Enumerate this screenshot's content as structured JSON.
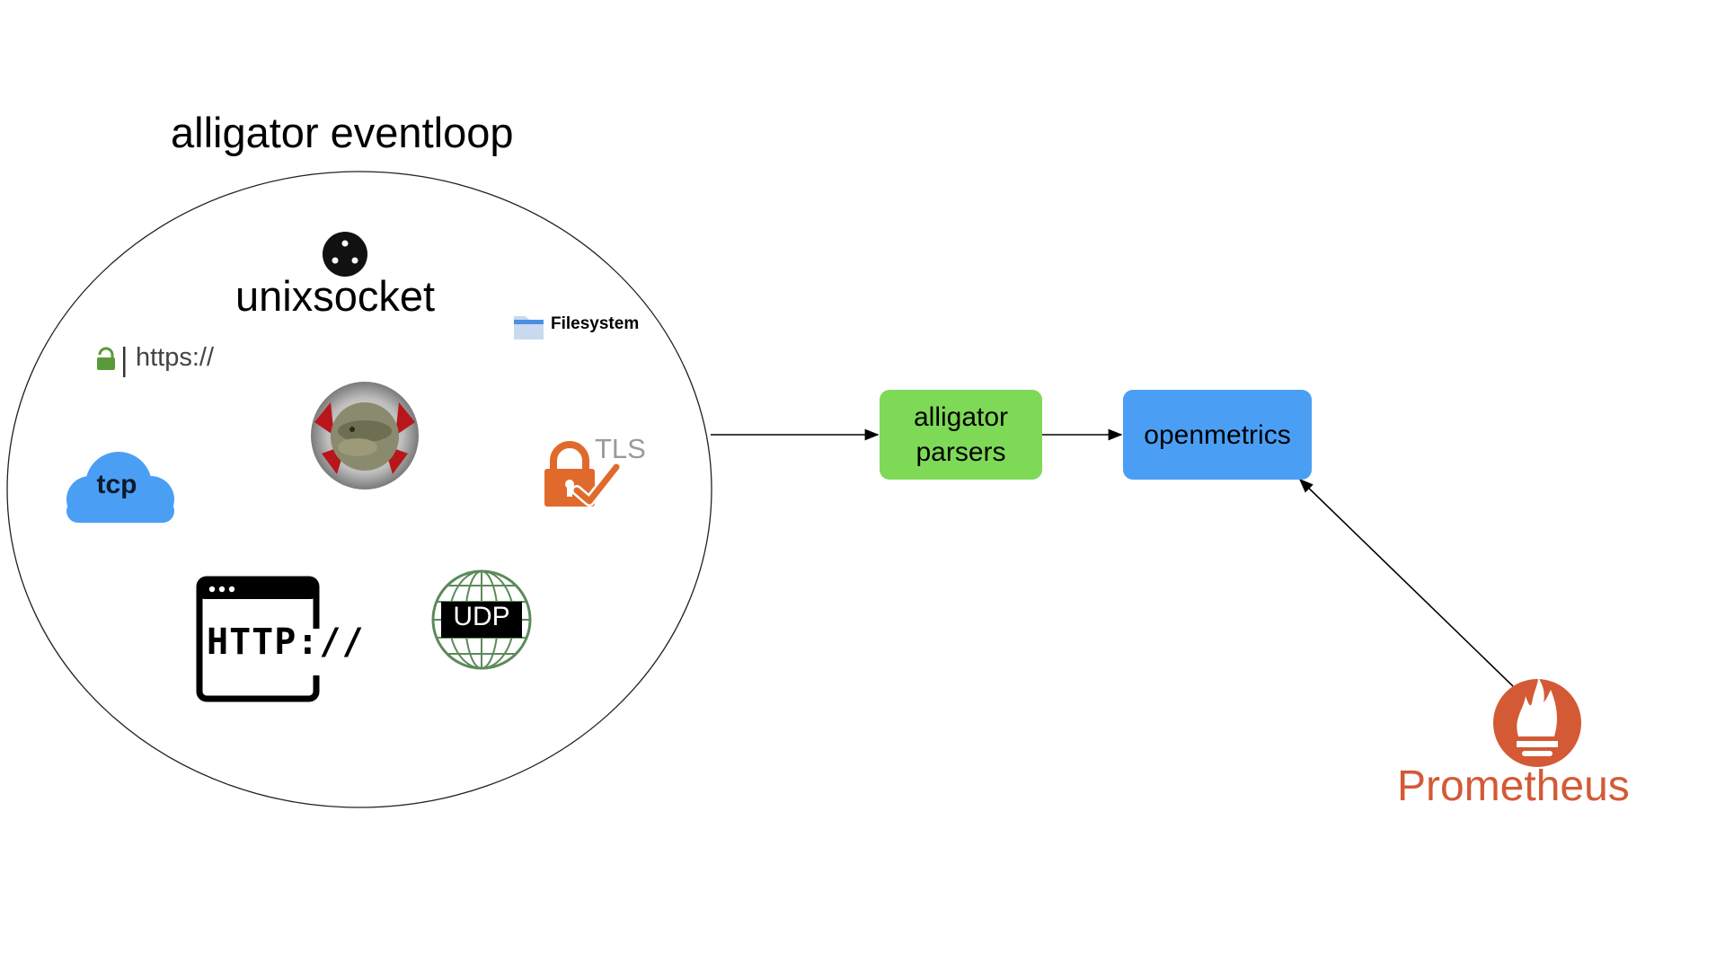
{
  "title": "alligator eventloop",
  "sources": {
    "unixsocket": "unixsocket",
    "filesystem": "Filesystem",
    "https": "https://",
    "tcp": "tcp",
    "tls": "TLS",
    "udp": "UDP",
    "http": "HTTP://"
  },
  "pipeline": {
    "parsers_line1": "alligator",
    "parsers_line2": "parsers",
    "openmetrics": "openmetrics"
  },
  "prometheus": "Prometheus",
  "colors": {
    "parsers_box": "#7ed957",
    "openmetrics_box": "#4a9ff5",
    "tcp_cloud": "#4a9ff5",
    "tls_lock": "#e06a2c",
    "lock_green": "#5a9a3a",
    "prometheus": "#d35a35",
    "udp_globe": "#5b8a5b"
  },
  "icons": [
    "unixsocket-icon",
    "filesystem-folder-icon",
    "https-lock-icon",
    "tcp-cloud-icon",
    "alligator-logo",
    "tls-lock-icon",
    "http-browser-icon",
    "udp-globe-icon",
    "prometheus-logo"
  ]
}
